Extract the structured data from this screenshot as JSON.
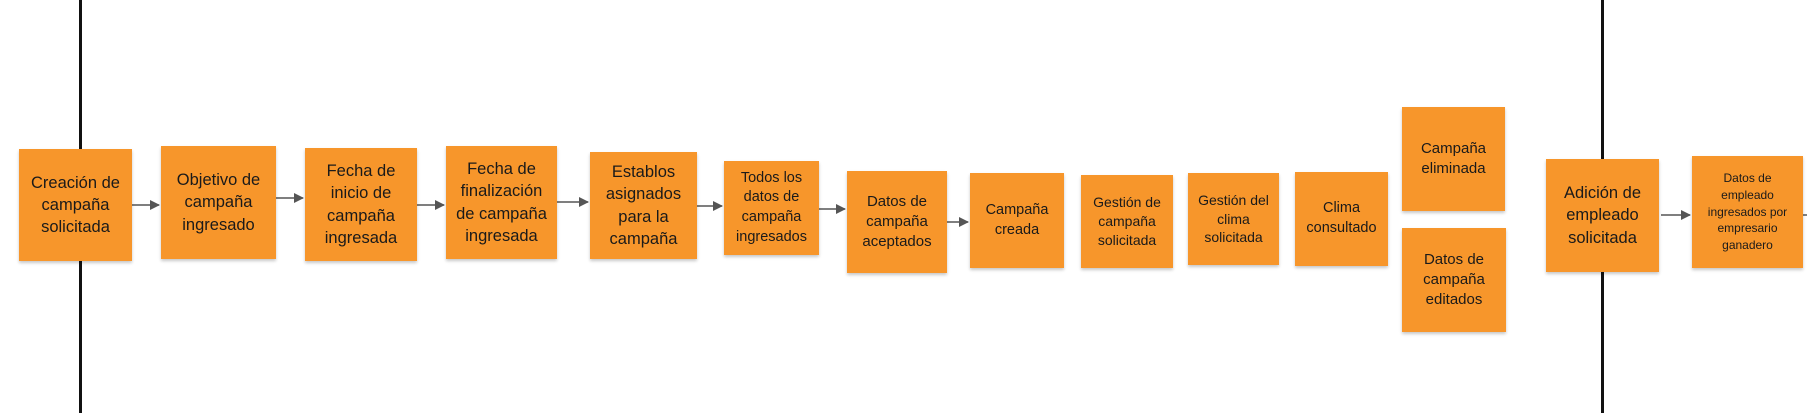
{
  "colors": {
    "note": "#f7962b",
    "arrow": "#555555",
    "boundary": "#111111"
  },
  "notes": {
    "n1": "Creación de campaña solicitada",
    "n2": "Objetivo de campaña ingresado",
    "n3": "Fecha de inicio de campaña ingresada",
    "n4": "Fecha de finalización de campaña ingresada",
    "n5": "Establos asignados para la campaña",
    "n6": "Todos los datos de campaña ingresados",
    "n7": "Datos de campaña aceptados",
    "n8": "Campaña creada",
    "n9": "Gestión de campaña solicitada",
    "n10": "Gestión del clima solicitada",
    "n11": "Clima consultado",
    "n12": "Campaña eliminada",
    "n13": "Datos de campaña editados",
    "n14": "Adición de empleado solicitada",
    "n15": "Datos de empleado ingresados por empresario ganadero"
  }
}
